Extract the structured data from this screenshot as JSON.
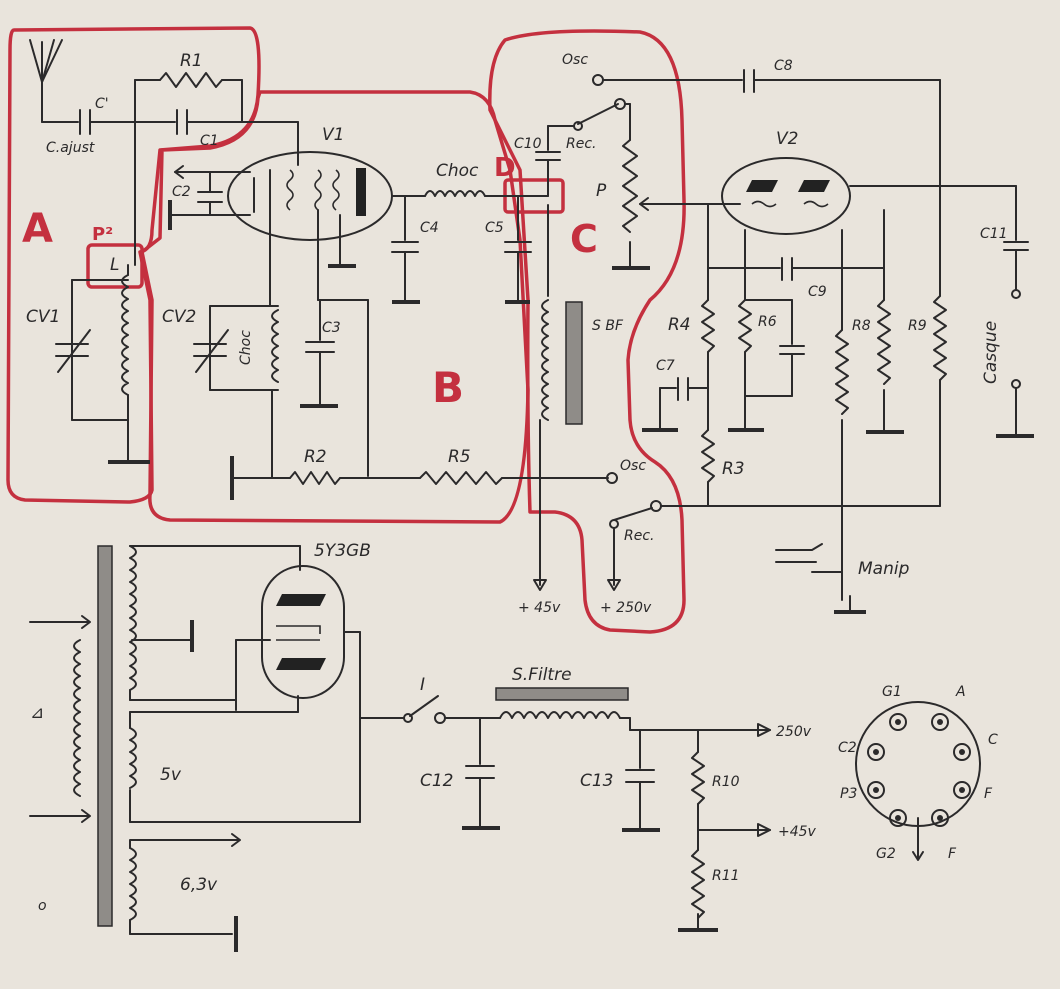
{
  "diagram": {
    "zones": {
      "a": "A",
      "b": "B",
      "c": "C",
      "d": "D"
    },
    "annotation_p2": "P²",
    "labels": {
      "osc_top": "Osc",
      "c8": "C8",
      "r1": "R1",
      "c_prime": "C'",
      "c_ajust": "C.ajust",
      "c1": "C1",
      "v1": "V1",
      "v2": "V2",
      "c2": "C2",
      "choc_v1": "Choc",
      "rec_top": "Rec.",
      "p_pot": "P",
      "c4": "C4",
      "c5": "C5",
      "c10": "C10",
      "l_coil": "L",
      "cv1": "CV1",
      "cv2": "CV2",
      "choc_v2": "Choc",
      "c3": "C3",
      "s_bf": "S BF",
      "r4": "R4",
      "r6": "R6",
      "r8": "R8",
      "r9": "R9",
      "c9": "C9",
      "c7": "C7",
      "c11": "C11",
      "casque": "Casque",
      "r3": "R3",
      "r2": "R2",
      "r5": "R5",
      "osc_bottom": "Osc",
      "rec_bottom": "Rec.",
      "v45": "+ 45v",
      "v250": "+ 250v",
      "manip": "Manip",
      "tube_5y3gb": "5Y3GB",
      "switch_i": "I",
      "s_filtre": "S.Filtre",
      "out_250": "250v",
      "out_45": "+45v",
      "c12": "C12",
      "c13": "C13",
      "r10": "R10",
      "r11": "R11",
      "v5": "5v",
      "v63": "6,3v"
    },
    "tube_base_pins": {
      "g1": "G1",
      "a": "A",
      "c2": "C2",
      "c": "C",
      "p3": "P3",
      "f_right": "F",
      "g2": "G2",
      "f_bottom": "F"
    },
    "colors": {
      "paper": "#e9e4dc",
      "ink": "#2b2a2b",
      "annotation_red": "#c4303f"
    }
  }
}
